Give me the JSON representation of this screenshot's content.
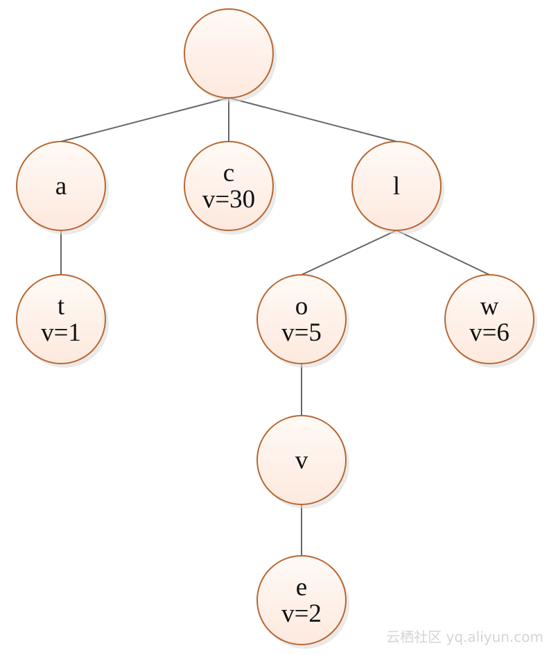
{
  "diagram": {
    "type": "tree",
    "colors": {
      "node_fill_top": "#fffaf6",
      "node_fill_bottom": "#fde9de",
      "node_stroke": "#b8652f",
      "edge": "#666666"
    },
    "nodes": {
      "root": {
        "lines": []
      },
      "a": {
        "lines": [
          "a"
        ]
      },
      "c": {
        "lines": [
          "c",
          "v=30"
        ]
      },
      "l": {
        "lines": [
          "l"
        ]
      },
      "t": {
        "lines": [
          "t",
          "v=1"
        ]
      },
      "o": {
        "lines": [
          "o",
          "v=5"
        ]
      },
      "w": {
        "lines": [
          "w",
          "v=6"
        ]
      },
      "v": {
        "lines": [
          "v"
        ]
      },
      "e": {
        "lines": [
          "e",
          "v=2"
        ]
      }
    },
    "edges": [
      [
        "root",
        "a"
      ],
      [
        "root",
        "c"
      ],
      [
        "root",
        "l"
      ],
      [
        "a",
        "t"
      ],
      [
        "l",
        "o"
      ],
      [
        "l",
        "w"
      ],
      [
        "o",
        "v"
      ],
      [
        "v",
        "e"
      ]
    ]
  },
  "watermark": "云栖社区 yq.aliyun.com"
}
